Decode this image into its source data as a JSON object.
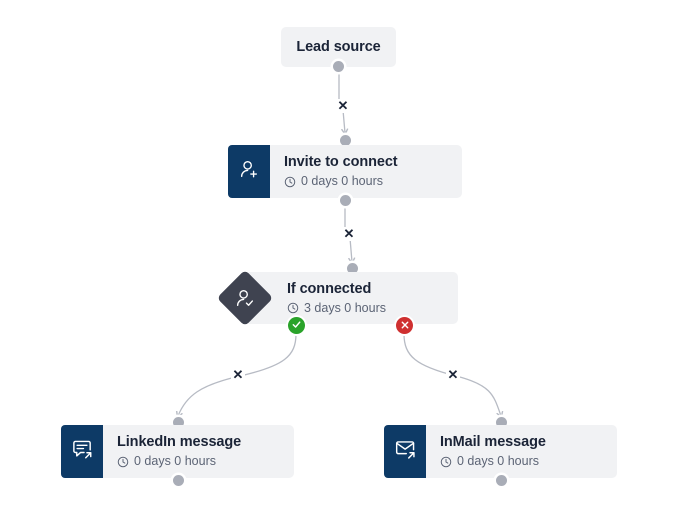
{
  "canvas": {
    "background": "#ffffff",
    "node_bg": "#f1f2f4",
    "icon_bg": "#0d3a66",
    "diamond_bg": "#3f4350",
    "handle_color": "#a9adb7",
    "edge_color": "#b7bbc4",
    "yes_color": "#2aa32a",
    "no_color": "#cf3030",
    "title_color": "#1b2437",
    "sub_color": "#5c6475"
  },
  "nodes": {
    "lead_source": {
      "title": "Lead source",
      "icon": "none"
    },
    "invite": {
      "title": "Invite to connect",
      "delay": "0 days 0 hours",
      "icon": "person-add-icon",
      "clock_icon": "clock-icon"
    },
    "if_connected": {
      "title": "If connected",
      "delay": "3 days 0 hours",
      "icon": "person-check-icon",
      "clock_icon": "clock-icon"
    },
    "linkedin_message": {
      "title": "LinkedIn message",
      "delay": "0 days 0 hours",
      "icon": "message-send-icon",
      "clock_icon": "clock-icon"
    },
    "inmail_message": {
      "title": "InMail message",
      "delay": "0 days 0 hours",
      "icon": "envelope-send-icon",
      "clock_icon": "clock-icon"
    }
  },
  "branches": {
    "yes": {
      "icon": "check-circle-icon",
      "label": ""
    },
    "no": {
      "icon": "cross-circle-icon",
      "label": ""
    }
  },
  "edges": {
    "delete_glyph": "✕",
    "list": [
      {
        "name": "edge-lead-to-invite"
      },
      {
        "name": "edge-invite-to-condition"
      },
      {
        "name": "edge-yes-to-linkedin"
      },
      {
        "name": "edge-no-to-inmail"
      }
    ]
  }
}
